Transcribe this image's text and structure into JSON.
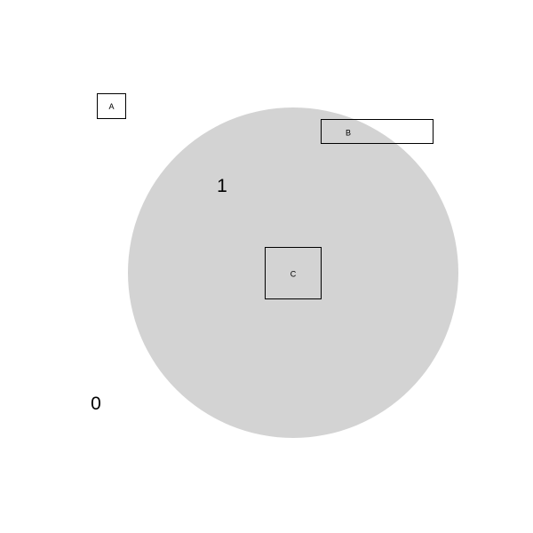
{
  "diagram": {
    "region_labels": {
      "outside": "0",
      "inside": "1"
    },
    "boxes": {
      "a": "A",
      "b": "B",
      "c": "C"
    },
    "colors": {
      "circle_fill": "#d3d3d3",
      "box_stroke": "#000000",
      "text": "#000000",
      "background": "#ffffff"
    }
  }
}
